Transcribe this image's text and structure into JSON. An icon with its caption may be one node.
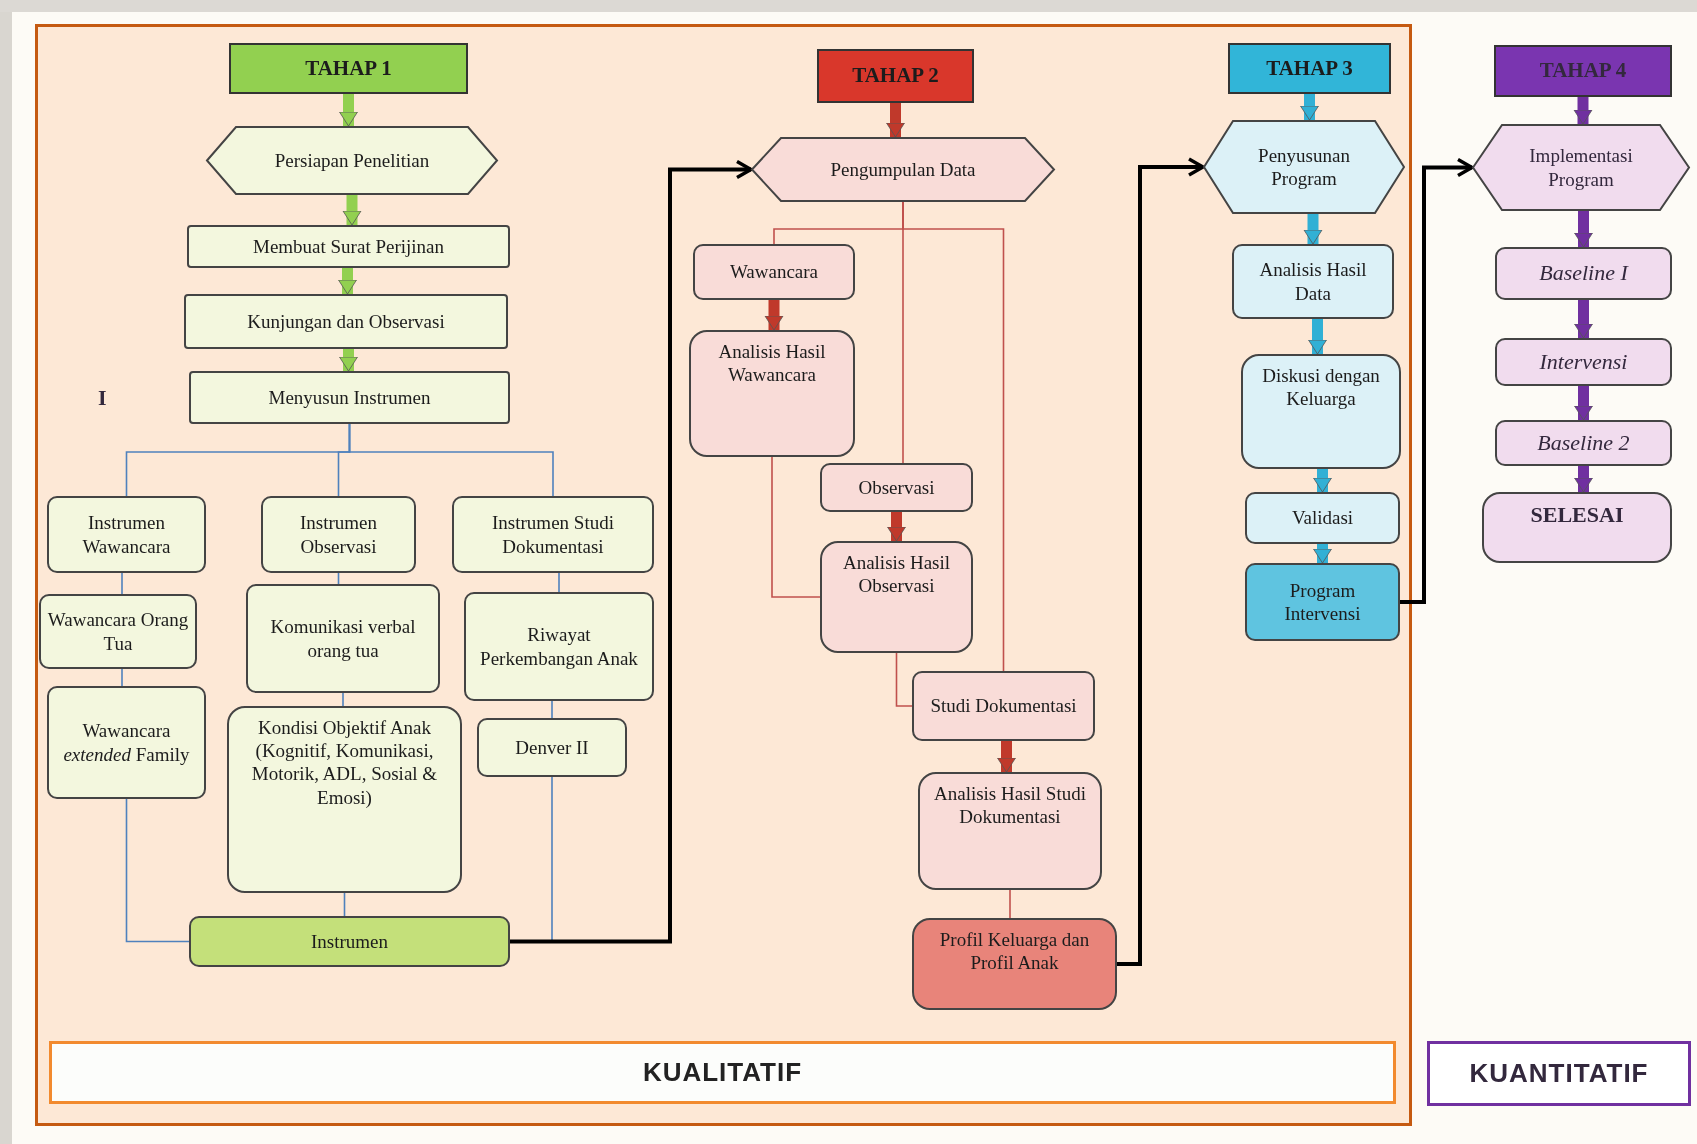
{
  "diagram": {
    "nodes": [
      {
        "text": [
          "KUALITATIF"
        ]
      },
      {
        "text": [
          "TAHAP 1"
        ],
        "in": 0
      },
      {
        "text": [
          "Persiapan Penelitian"
        ],
        "in": 0
      },
      {
        "text": [
          "Membuat Surat Perijinan"
        ],
        "in": 0
      },
      {
        "text": [
          "Kunjungan dan Observasi"
        ],
        "in": 0
      },
      {
        "text": [
          "Menyusun Instrumen"
        ],
        "in": 0
      },
      {
        "text": [
          "Instrumen Wawancara"
        ],
        "in": 0
      },
      {
        "text": [
          "Instrumen Observasi"
        ],
        "in": 0
      },
      {
        "text": [
          "Instrumen Studi Dokumentasi"
        ],
        "in": 0
      },
      {
        "text": [
          "Wawancara Orang Tua"
        ],
        "in": 0
      },
      {
        "text": [
          "Komunikasi verbal orang tua"
        ],
        "in": 0
      },
      {
        "text": [
          "Riwayat Perkembangan Anak"
        ],
        "in": 0
      },
      {
        "text": [
          "Wawancara *extended* Family"
        ],
        "in": 0
      },
      {
        "text": [
          "Kondisi Objektif Anak (Kognitif, Komunikasi, Motorik, ADL, Sosial & Emosi)"
        ],
        "in": 0
      },
      {
        "text": [
          "Denver II"
        ],
        "in": 0
      },
      {
        "text": [
          "Instrumen"
        ],
        "in": 0
      },
      {
        "text": [
          "TAHAP 2"
        ],
        "in": 0
      },
      {
        "text": [
          "Pengumpulan Data"
        ],
        "in": 0
      },
      {
        "text": [
          "Wawancara"
        ],
        "in": 0
      },
      {
        "text": [
          "Analisis Hasil Wawancara"
        ],
        "in": 0
      },
      {
        "text": [
          "Observasi"
        ],
        "in": 0
      },
      {
        "text": [
          "Analisis Hasil Observasi"
        ],
        "in": 0
      },
      {
        "text": [
          "Studi Dokumentasi"
        ],
        "in": 0
      },
      {
        "text": [
          "Analisis Hasil Studi Dokumentasi"
        ],
        "in": 0
      },
      {
        "text": [
          "Profil Keluarga dan Profil Anak"
        ],
        "in": 0
      },
      {
        "text": [
          "TAHAP 3"
        ],
        "in": 0
      },
      {
        "text": [
          "Penyusunan Program"
        ],
        "in": 0
      },
      {
        "text": [
          "Analisis Hasil Data"
        ],
        "in": 0
      },
      {
        "text": [
          "Diskusi dengan Keluarga"
        ],
        "in": 0
      },
      {
        "text": [
          "Validasi"
        ],
        "in": 0
      },
      {
        "text": [
          "Program Intervensi"
        ],
        "in": 0
      },
      {
        "text": [
          "TAHAP 4"
        ]
      },
      {
        "text": [
          "Implementasi Program"
        ]
      },
      {
        "text": [
          "Baseline I"
        ]
      },
      {
        "text": [
          "Intervensi"
        ]
      },
      {
        "text": [
          "Baseline 2"
        ]
      },
      {
        "text": [
          "SELESAI"
        ]
      },
      {
        "text": [
          "KUANTITATIF"
        ]
      }
    ],
    "edges": [
      {
        "from": 1,
        "to": 2,
        "arrow": "to",
        "style": "thick",
        "color": "#92d050"
      },
      {
        "from": 2,
        "to": 3,
        "arrow": "to",
        "style": "thick",
        "color": "#92d050"
      },
      {
        "from": 3,
        "to": 4,
        "arrow": "to",
        "style": "thick",
        "color": "#92d050"
      },
      {
        "from": 4,
        "to": 5,
        "arrow": "to",
        "style": "thick",
        "color": "#92d050"
      },
      {
        "from": 5,
        "to": 6,
        "arrow": "none",
        "color": "#4f81bd"
      },
      {
        "from": 5,
        "to": 7,
        "arrow": "none",
        "color": "#4f81bd"
      },
      {
        "from": 5,
        "to": 8,
        "arrow": "none",
        "color": "#4f81bd"
      },
      {
        "from": 6,
        "to": 9,
        "arrow": "none",
        "color": "#4f81bd"
      },
      {
        "from": 9,
        "to": 12,
        "arrow": "none",
        "color": "#4f81bd"
      },
      {
        "from": 12,
        "to": 15,
        "arrow": "none",
        "color": "#4f81bd"
      },
      {
        "from": 7,
        "to": 10,
        "arrow": "none",
        "color": "#4f81bd"
      },
      {
        "from": 10,
        "to": 13,
        "arrow": "none",
        "color": "#4f81bd"
      },
      {
        "from": 13,
        "to": 15,
        "arrow": "none",
        "color": "#4f81bd"
      },
      {
        "from": 8,
        "to": 11,
        "arrow": "none",
        "color": "#4f81bd"
      },
      {
        "from": 11,
        "to": 14,
        "arrow": "none",
        "color": "#4f81bd"
      },
      {
        "from": 14,
        "to": 15,
        "arrow": "none",
        "color": "#4f81bd"
      },
      {
        "from": 15,
        "to": 17,
        "arrow": "to",
        "color": "#000000"
      },
      {
        "from": 16,
        "to": 17,
        "arrow": "to",
        "style": "thick",
        "color": "#c0392b"
      },
      {
        "from": 17,
        "to": 18,
        "arrow": "none",
        "color": "#c0504d"
      },
      {
        "from": 17,
        "to": 20,
        "arrow": "none",
        "color": "#c0504d"
      },
      {
        "from": 17,
        "to": 22,
        "arrow": "none",
        "color": "#c0504d"
      },
      {
        "from": 18,
        "to": 19,
        "arrow": "to",
        "style": "thick",
        "color": "#c0392b"
      },
      {
        "from": 19,
        "to": 21,
        "arrow": "none",
        "color": "#c0504d"
      },
      {
        "from": 20,
        "to": 21,
        "arrow": "to",
        "style": "thick",
        "color": "#c0392b"
      },
      {
        "from": 21,
        "to": 22,
        "arrow": "none",
        "color": "#c0504d"
      },
      {
        "from": 22,
        "to": 23,
        "arrow": "to",
        "style": "thick",
        "color": "#c0392b"
      },
      {
        "from": 23,
        "to": 24,
        "arrow": "none",
        "color": "#c0504d"
      },
      {
        "from": 24,
        "to": 26,
        "arrow": "to",
        "color": "#000000"
      },
      {
        "from": 25,
        "to": 26,
        "arrow": "to",
        "style": "thick",
        "color": "#31b0d5"
      },
      {
        "from": 26,
        "to": 27,
        "arrow": "to",
        "style": "thick",
        "color": "#31b0d5"
      },
      {
        "from": 27,
        "to": 28,
        "arrow": "to",
        "style": "thick",
        "color": "#31b0d5"
      },
      {
        "from": 28,
        "to": 29,
        "arrow": "to",
        "style": "thick",
        "color": "#31b0d5"
      },
      {
        "from": 29,
        "to": 30,
        "arrow": "to",
        "style": "thick",
        "color": "#31b0d5"
      },
      {
        "from": 30,
        "to": 32,
        "arrow": "to",
        "color": "#000000"
      },
      {
        "from": 31,
        "to": 32,
        "arrow": "to",
        "style": "thick",
        "color": "#7030a0"
      },
      {
        "from": 32,
        "to": 33,
        "arrow": "to",
        "style": "thick",
        "color": "#7030a0"
      },
      {
        "from": 33,
        "to": 34,
        "arrow": "to",
        "style": "thick",
        "color": "#7030a0"
      },
      {
        "from": 34,
        "to": 35,
        "arrow": "to",
        "style": "thick",
        "color": "#7030a0"
      },
      {
        "from": 35,
        "to": 36,
        "arrow": "to",
        "style": "thick",
        "color": "#7030a0"
      }
    ],
    "labels": [
      "I"
    ]
  }
}
